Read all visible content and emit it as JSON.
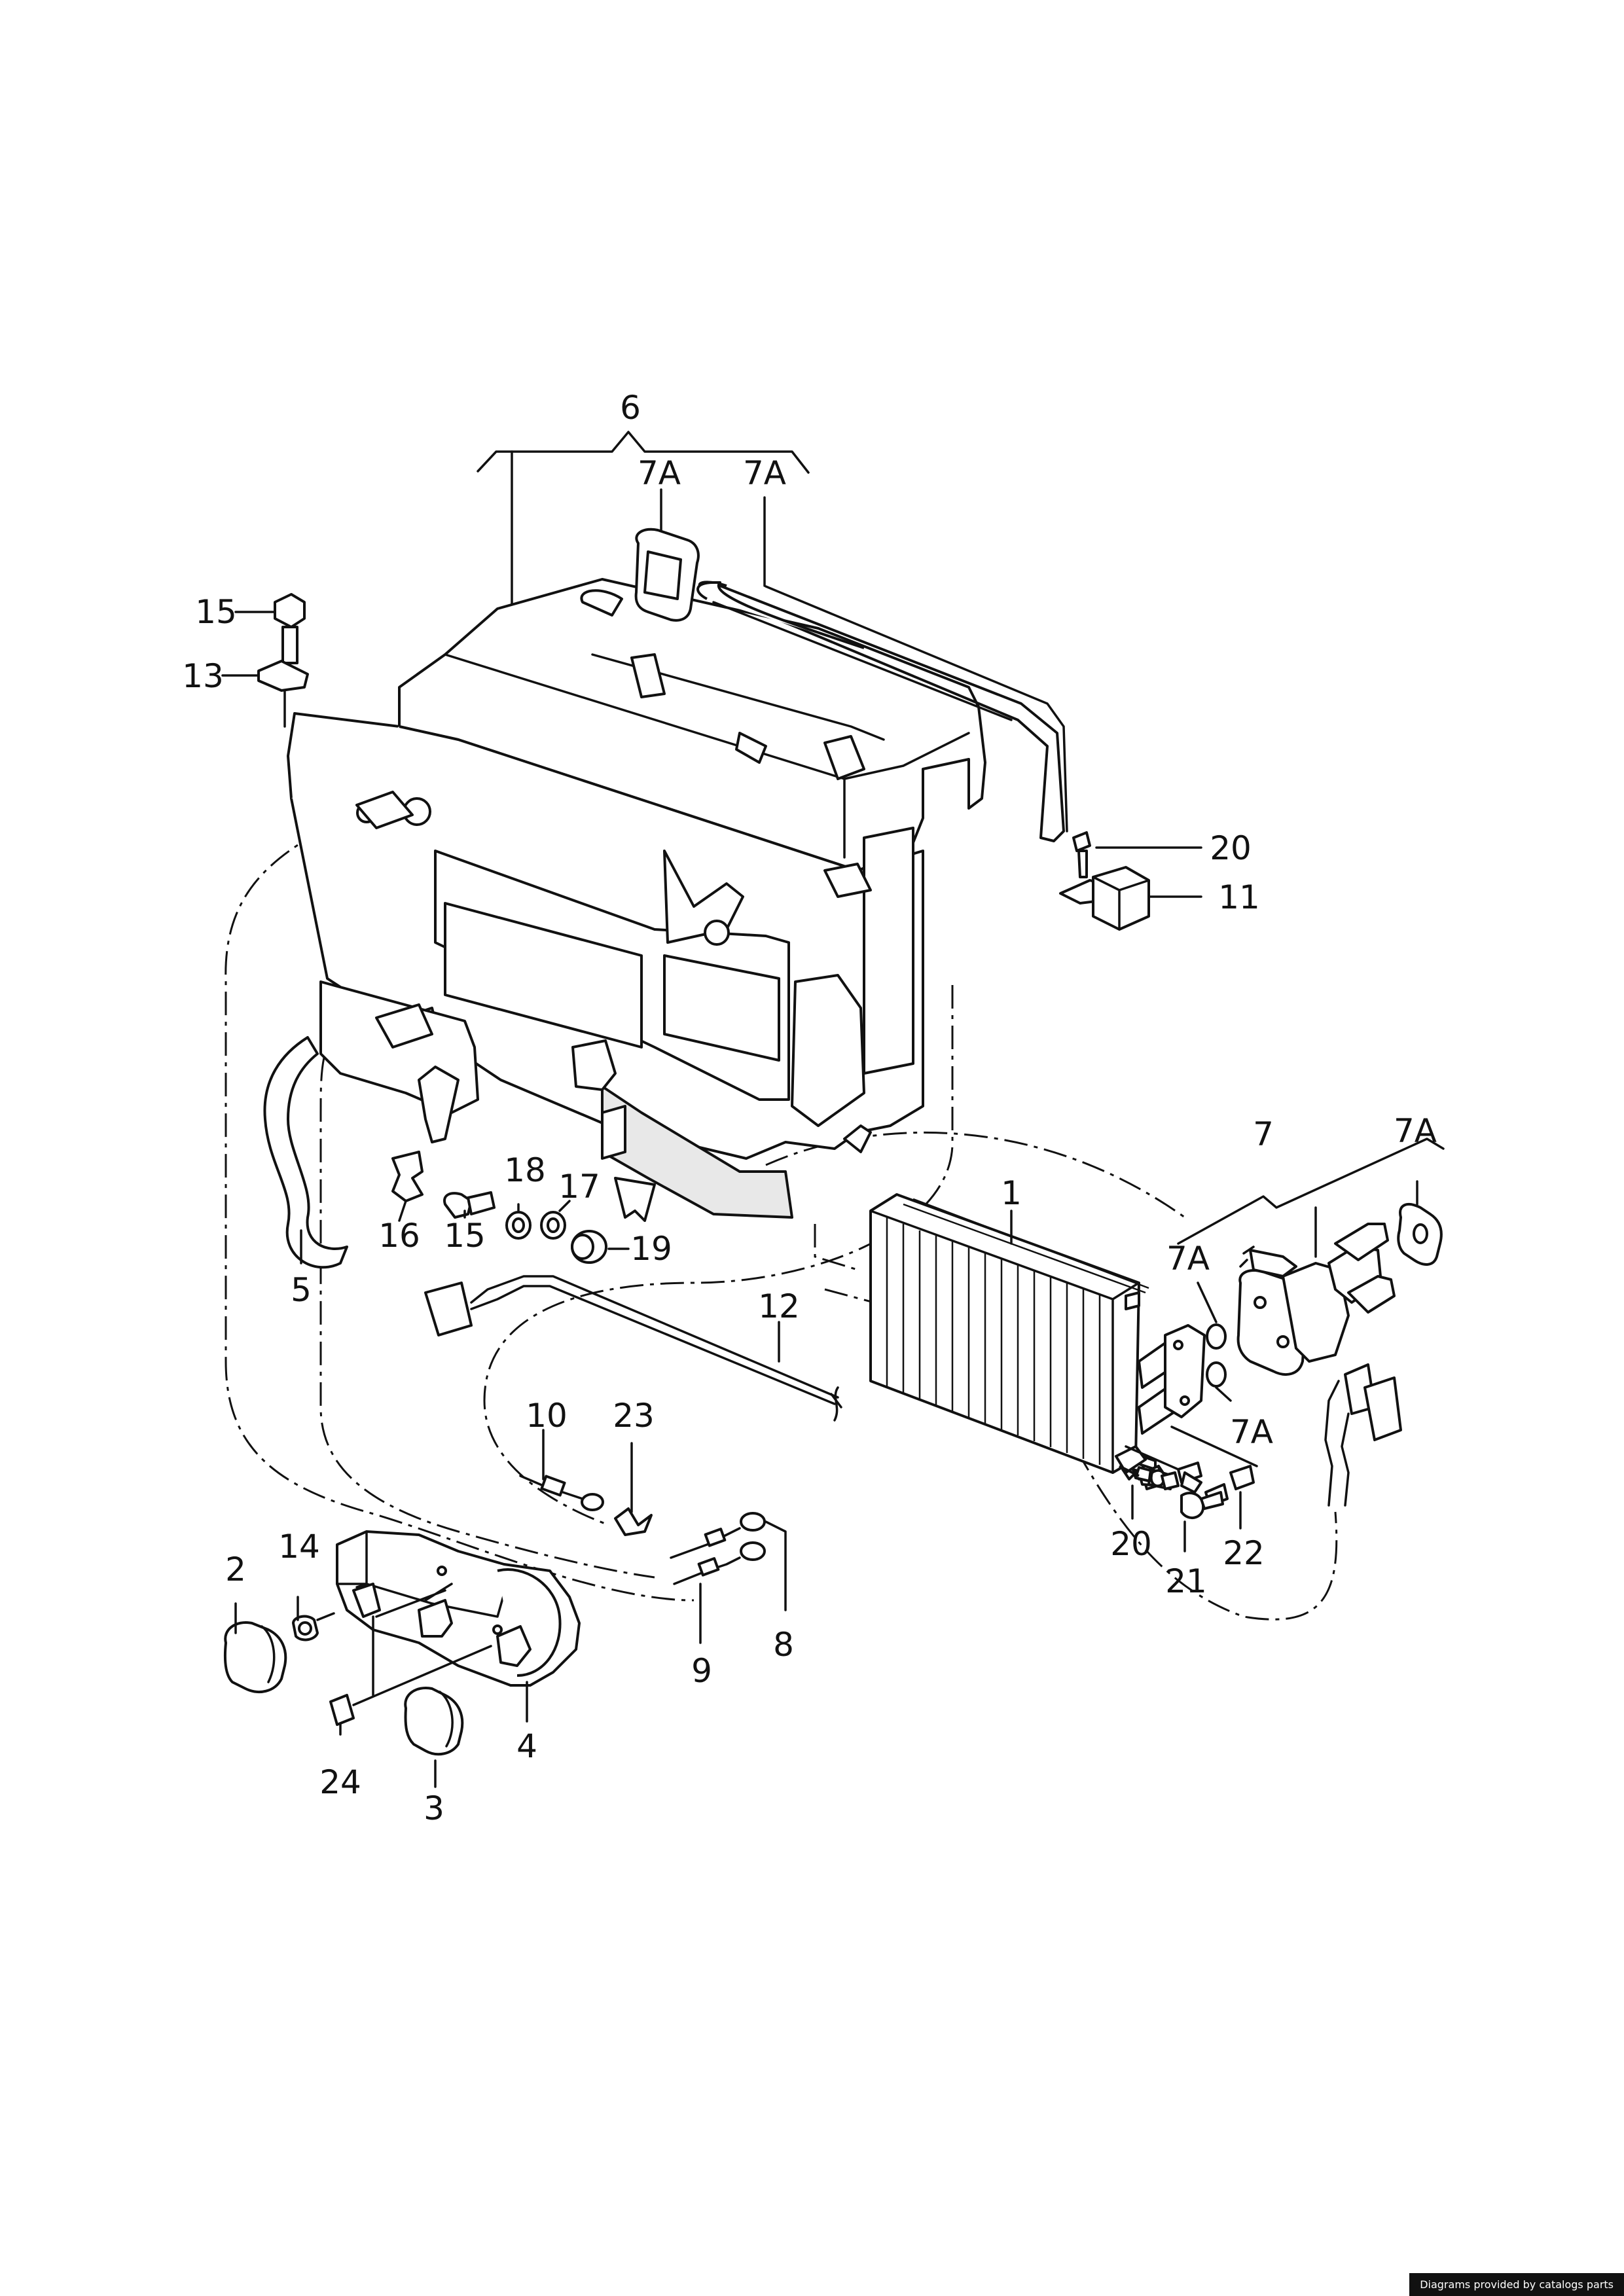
{
  "diagram": {
    "callouts": {
      "c1": "1",
      "c2": "2",
      "c3": "3",
      "c4": "4",
      "c5": "5",
      "c6": "6",
      "c7": "7",
      "c7a_top_left": "7A",
      "c7a_top_right": "7A",
      "c7a_right": "7A",
      "c7a_mid_upper": "7A",
      "c7a_mid_lower": "7A",
      "c8": "8",
      "c9": "9",
      "c10": "10",
      "c11": "11",
      "c12": "12",
      "c13": "13",
      "c14": "14",
      "c15_top": "15",
      "c15_mid": "15",
      "c16": "16",
      "c17": "17",
      "c18": "18",
      "c19": "19",
      "c20_top": "20",
      "c20_bottom": "20",
      "c21": "21",
      "c22": "22",
      "c23": "23",
      "c24": "24"
    }
  },
  "footer": {
    "credit": "Diagrams provided by catalogs parts"
  }
}
